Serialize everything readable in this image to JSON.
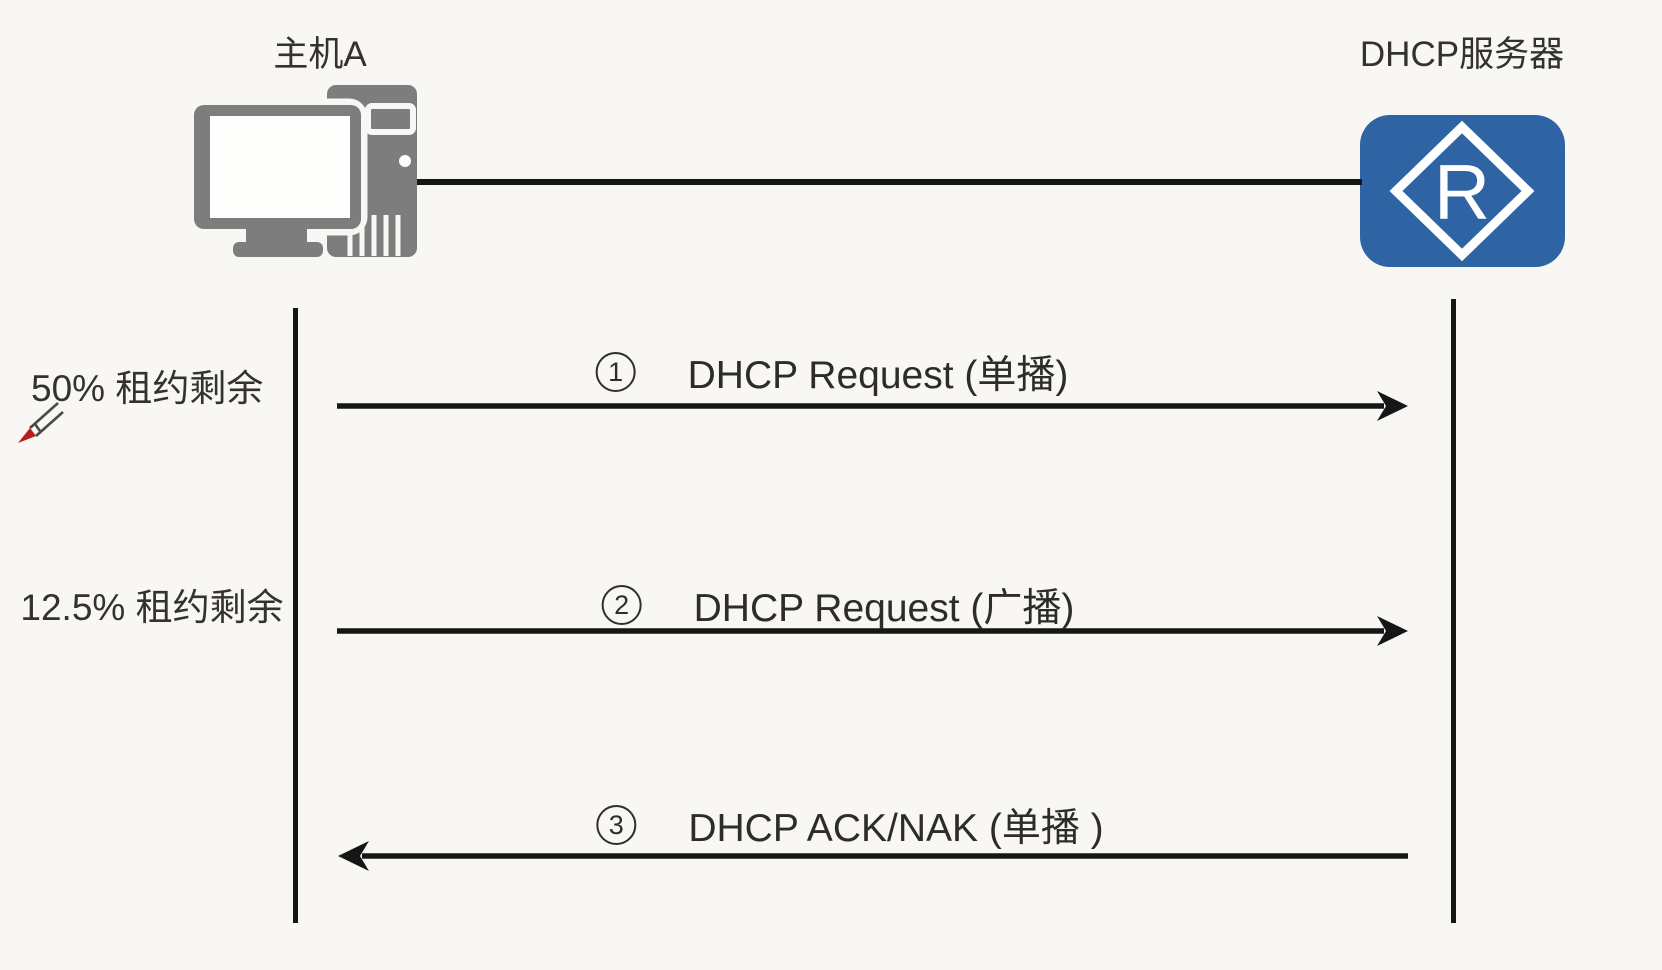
{
  "nodes": {
    "host": {
      "label": "主机A"
    },
    "server": {
      "label": "DHCP服务器",
      "letter": "R"
    }
  },
  "annotations": {
    "lease_50": "50% 租约剩余",
    "lease_12_5": "12.5% 租约剩余"
  },
  "messages": [
    {
      "number": "1",
      "label": "DHCP Request (单播)",
      "direction": "host-to-server"
    },
    {
      "number": "2",
      "label": "DHCP Request (广播)",
      "direction": "host-to-server"
    },
    {
      "number": "3",
      "label": "DHCP ACK/NAK (单播 )",
      "direction": "server-to-host"
    }
  ],
  "colors": {
    "router_blue": "#2e63a4",
    "device_gray": "#7d7d7d",
    "line_black": "#161616",
    "pencil_red": "#b81c1c",
    "background": "#f8f7f4",
    "icon_white": "#fdfdfb"
  }
}
